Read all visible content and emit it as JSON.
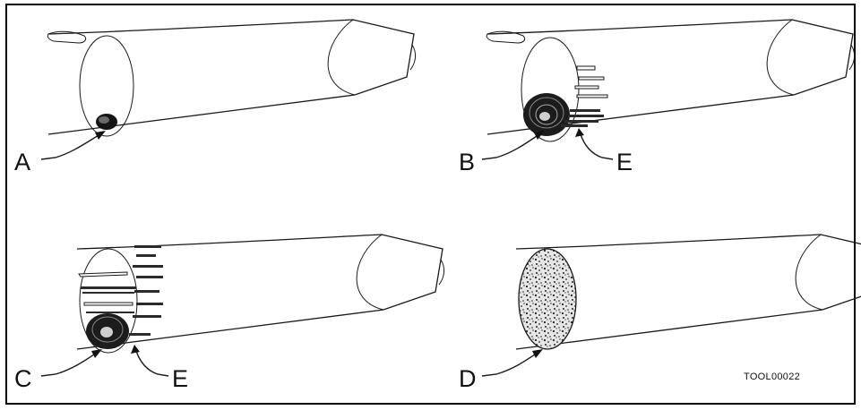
{
  "figure": {
    "labels": {
      "a": "A",
      "b": "B",
      "c": "C",
      "d": "D",
      "e_top": "E",
      "e_bottom": "E"
    },
    "code": "TOOL00022"
  },
  "colors": {
    "line": "#1a1a1a",
    "background": "#ffffff"
  }
}
